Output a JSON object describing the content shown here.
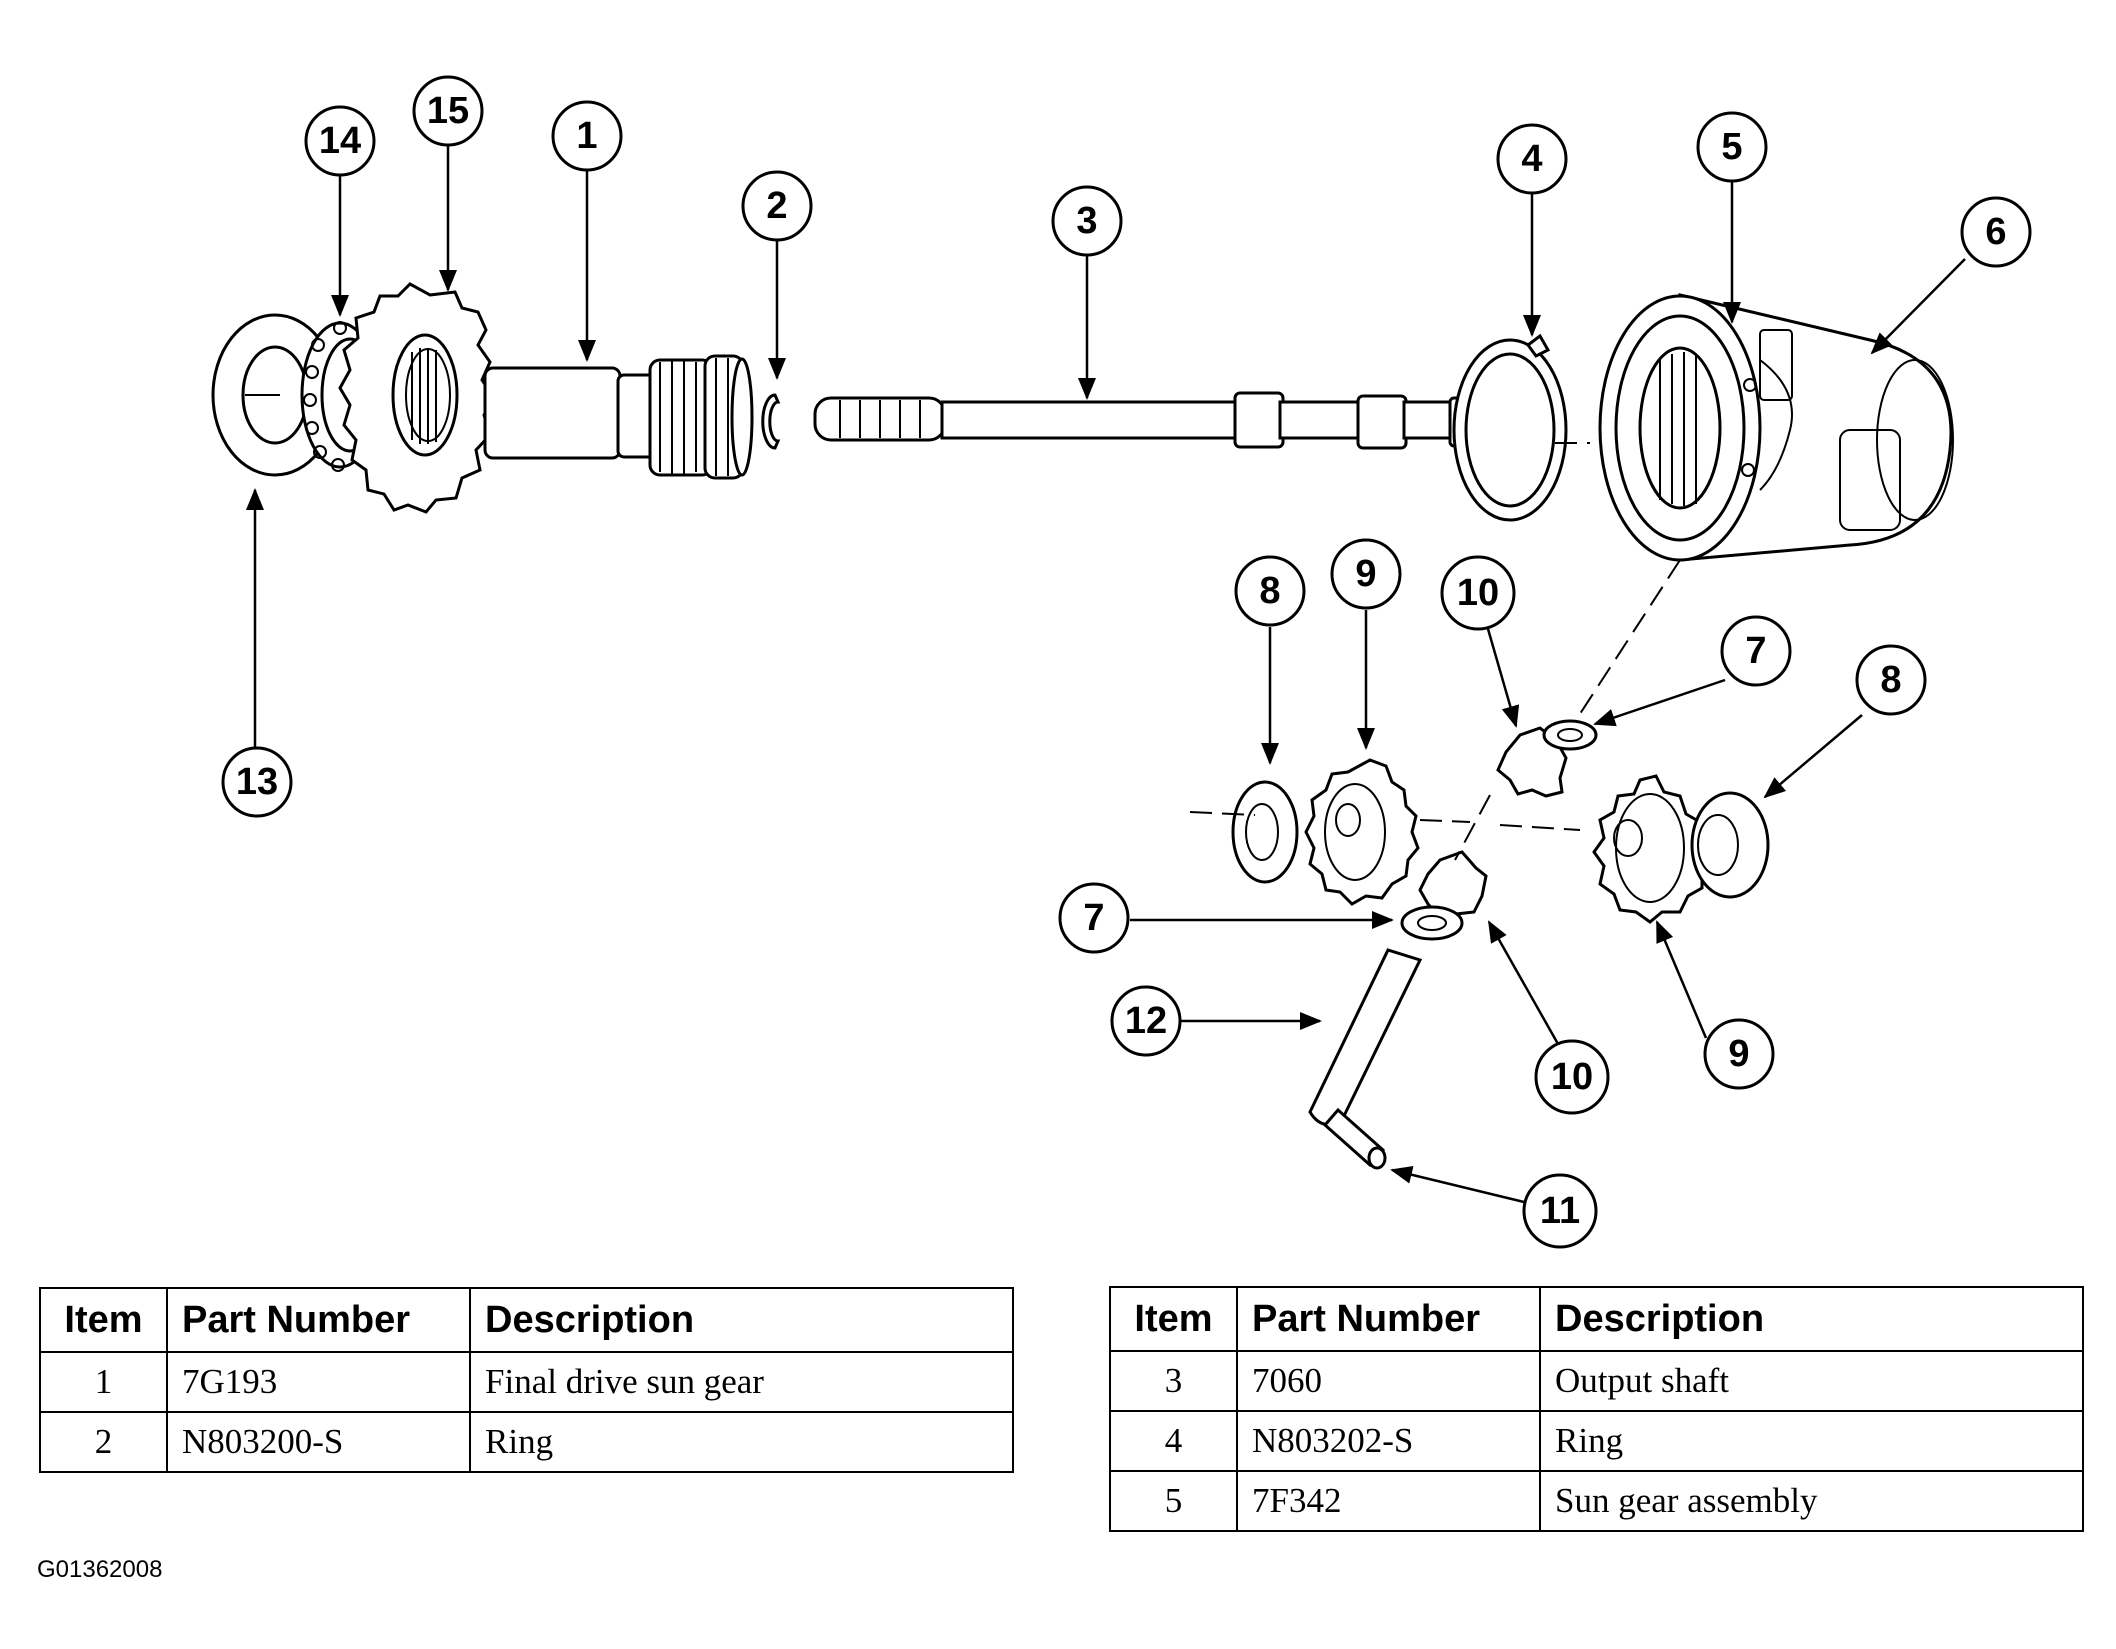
{
  "callouts": [
    "14",
    "15",
    "1",
    "2",
    "3",
    "4",
    "5",
    "6",
    "13",
    "8",
    "9",
    "10",
    "7",
    "8",
    "7",
    "12",
    "10",
    "9",
    "11"
  ],
  "tables": [
    {
      "headers": [
        "Item",
        "Part Number",
        "Description"
      ],
      "rows": [
        {
          "item": "1",
          "part_number": "7G193",
          "description": "Final drive sun gear"
        },
        {
          "item": "2",
          "part_number": "N803200-S",
          "description": "Ring"
        }
      ]
    },
    {
      "headers": [
        "Item",
        "Part Number",
        "Description"
      ],
      "rows": [
        {
          "item": "3",
          "part_number": "7060",
          "description": "Output shaft"
        },
        {
          "item": "4",
          "part_number": "N803202-S",
          "description": "Ring"
        },
        {
          "item": "5",
          "part_number": "7F342",
          "description": "Sun gear assembly"
        }
      ]
    }
  ],
  "figure_code": "G01362008"
}
